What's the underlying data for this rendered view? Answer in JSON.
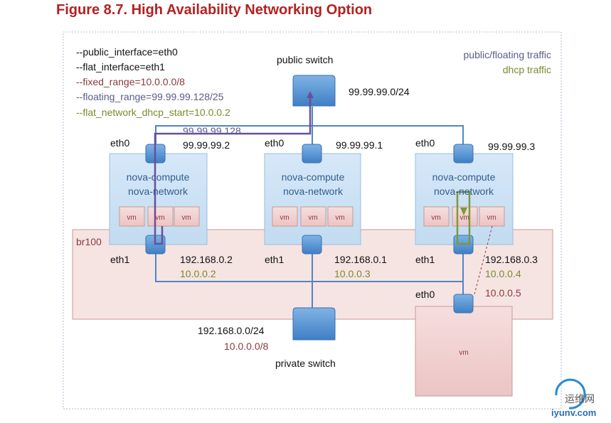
{
  "figure_title": "Figure 8.7. High Availability Networking Option",
  "config_flags": [
    {
      "text": "--public_interface=eth0",
      "color": "#111111"
    },
    {
      "text": "--flat_interface=eth1",
      "color": "#111111"
    },
    {
      "text": "--fixed_range=10.0.0.0/8",
      "color": "#8b3a3a"
    },
    {
      "text": "--floating_range=99.99.99.128/25",
      "color": "#5a5a8c"
    },
    {
      "text": "--flat_network_dhcp_start=10.0.0.2",
      "color": "#7a8a2e"
    }
  ],
  "legend": {
    "public_floating": "public/floating traffic",
    "dhcp": "dhcp traffic",
    "public_floating_color": "#5a5a8c",
    "dhcp_color": "#7a8a2e"
  },
  "public_switch": {
    "label": "public switch",
    "subnet": "99.99.99.0/24"
  },
  "private_switch": {
    "label": "private switch",
    "subnet": "192.168.0.0/24",
    "fixed": "10.0.0.0/8"
  },
  "bridge_label": "br100",
  "hosts": [
    {
      "eth0": "eth0",
      "eth1": "eth1",
      "floating_ip": "99.99.99.128",
      "public_ip": "99.99.99.2",
      "services": [
        "nova-compute",
        "nova-network"
      ],
      "vms": [
        "vm",
        "vm",
        "vm"
      ],
      "private_ip": "192.168.0.2",
      "fixed_ip": "10.0.0.2"
    },
    {
      "eth0": "eth0",
      "eth1": "eth1",
      "public_ip": "99.99.99.1",
      "services": [
        "nova-compute",
        "nova-network"
      ],
      "vms": [
        "vm",
        "vm",
        "vm"
      ],
      "private_ip": "192.168.0.1",
      "fixed_ip": "10.0.0.3"
    },
    {
      "eth0": "eth0",
      "eth1": "eth1",
      "public_ip": "99.99.99.3",
      "services": [
        "nova-compute",
        "nova-network"
      ],
      "vms": [
        "vm",
        "vm",
        "vm"
      ],
      "private_ip": "192.168.0.3",
      "fixed_ip": "10.0.0.4"
    }
  ],
  "external_vm": {
    "label": "vm",
    "eth0": "eth0",
    "ip": "10.0.0.5"
  },
  "watermark": {
    "cn": "运维网",
    "domain": "iyunv.com"
  }
}
